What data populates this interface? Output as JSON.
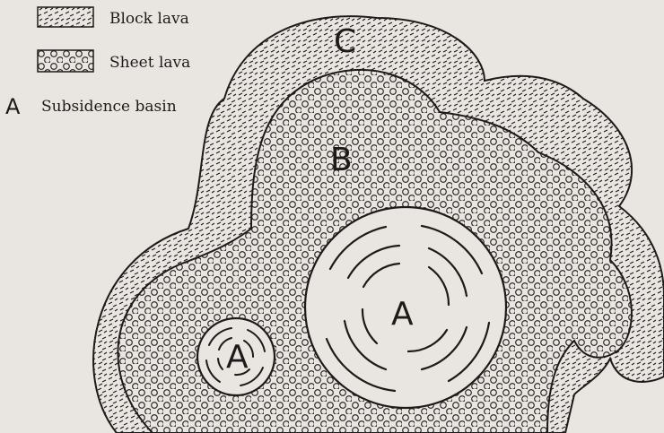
{
  "legend": {
    "block_lava": "Block lava",
    "sheet_lava": "Sheet lava",
    "subsidence_symbol": "A",
    "subsidence_basin": "Subsidence basin"
  },
  "labels": {
    "c": "C",
    "b": "B",
    "a_large": "A",
    "a_small": "A"
  },
  "colors": {
    "paper": "#e9e6e2",
    "ink": "#1d1b1a"
  }
}
